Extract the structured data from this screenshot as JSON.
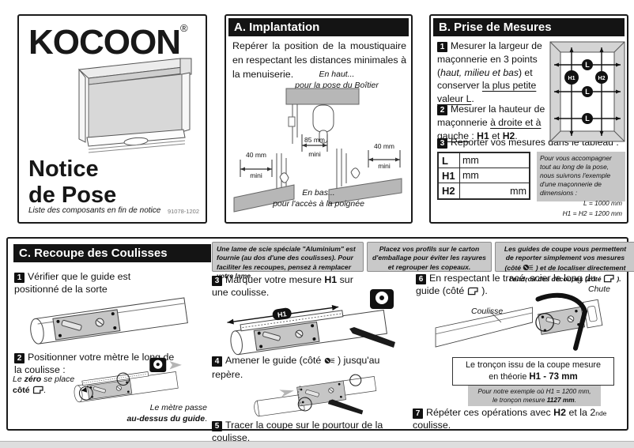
{
  "logo": {
    "brand": "KOCOON",
    "reg": "®",
    "title1": "Notice",
    "title2": "de Pose",
    "subtitle": "Liste des composants en fin de notice",
    "ref": "91078-1202"
  },
  "a": {
    "title": "A. Implantation",
    "intro": "Repérer la position de la moustiquaire en respectant les distances minimales à la menuiserie.",
    "cap_top1": "En haut...",
    "cap_top2": "pour la pose du Boîtier",
    "dim_c1": "85 mm",
    "dim_c2": "mini",
    "dim_l1": "40 mm",
    "dim_l2": "mini",
    "dim_r1": "40 mm",
    "dim_r2": "mini",
    "cap_bot1": "En bas...",
    "cap_bot2": "pour l'accès à la poignée"
  },
  "b": {
    "title": "B. Prise de Mesures",
    "s1": {
      "num": "1",
      "a": "Mesurer la largeur de maçonnerie en 3 points (",
      "b": "haut, milieu et bas",
      "c": ") et conserver ",
      "d": "la plus petite valeur L",
      "e": "."
    },
    "s2": {
      "num": "2",
      "a": "Mesurer la hauteur de maçonnerie ",
      "b": "à droite et à gauche",
      "c": " : ",
      "d": "H1",
      "e": " et ",
      "f": "H2",
      "g": "."
    },
    "s3": {
      "num": "3",
      "text": "Reporter vos mesures dans le tableau :"
    },
    "table": {
      "r1_label": "L",
      "r1_unit": "mm",
      "r2_label": "H1",
      "r2_unit": "mm",
      "r3_label": "H2",
      "r3_unit": "mm"
    },
    "note": {
      "a": "Pour vous accompagner tout au long de la pose, nous suivrons l'exemple d'une maçonnerie de dimensions :",
      "b": "L = 1000 mm",
      "c": "H1 = H2 = 1200 mm"
    },
    "diag": {
      "l": "L",
      "h1": "H1",
      "h2": "H2"
    }
  },
  "c": {
    "title": "C. Recoupe des Coulisses",
    "note1": "Une lame de scie spéciale \"Aluminium\" est fournie (au dos d'une des coulisses). Pour faciliter les recoupes, pensez à remplacer votre lame.",
    "note2": "Placez vos profils sur le carton d'emballage pour éviter les rayures et regrouper les copeaux.",
    "note3a": "Les guides de coupe vous permettent de reporter simplement vos mesures (côté ",
    "note3b": " ) et de localiser directement l'endroit des découpes (côté ",
    "note3c": " ).",
    "s1": {
      "num": "1",
      "text": "Vérifier que le guide est positionné de la sorte"
    },
    "s2": {
      "num": "2",
      "text": "Positionner votre mètre le long de la coulisse :"
    },
    "zero": {
      "a": "Le ",
      "b": "zéro",
      "c": " se place",
      "d": "côté ",
      "e": "."
    },
    "metre": {
      "a": "Le mètre passe",
      "b": "au-dessus du guide",
      "c": "."
    },
    "s3": {
      "num": "3",
      "a": "Marquer votre mesure ",
      "b": "H1",
      "c": " sur une coulisse.",
      "badge": "H1"
    },
    "s4": {
      "num": "4",
      "a": "Amener le guide (côté ",
      "b": " ) jusqu'au repère."
    },
    "s5": {
      "num": "5",
      "text": "Tracer la coupe sur le pourtour de la coulisse."
    },
    "s6": {
      "num": "6",
      "a": "En respectant le tracé, scier le long du guide (côté ",
      "b": " )."
    },
    "labels": {
      "chute": "Chute",
      "coulisse": "Coulisse"
    },
    "result": {
      "a": "Le tronçon issu de la coupe mesure",
      "b": "en théorie ",
      "c": "H1 - 73 mm"
    },
    "example": {
      "a": "Pour notre exemple où H1 = 1200 mm,",
      "b": "le tronçon mesure ",
      "c": "1127 mm",
      "d": "."
    },
    "s7": {
      "num": "7",
      "a": "Répéter ces opérations avec ",
      "b": "H2",
      "c": " et la 2",
      "d": "nde",
      "e": " coulisse."
    }
  }
}
